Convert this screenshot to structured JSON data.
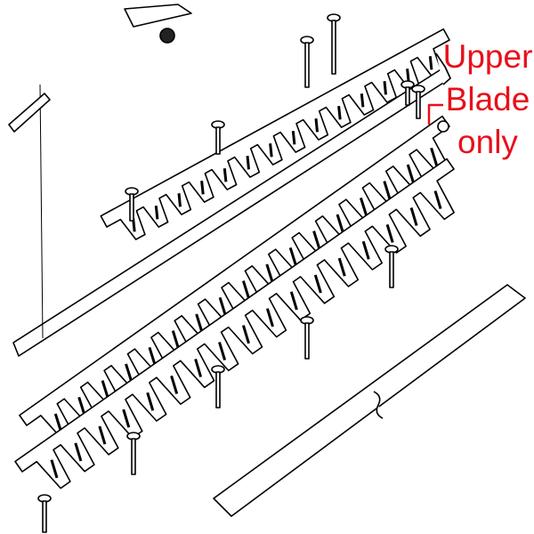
{
  "annotation": {
    "lines": [
      "Upper",
      "Blade",
      "only"
    ],
    "color": "#e8101a"
  },
  "diagram": {
    "type": "exploded parts diagram",
    "parts": [
      "blade-guard",
      "upper-blade",
      "lower-blade",
      "spacer-bar",
      "blade-cover",
      "bolts",
      "washers",
      "nuts",
      "connecting-rod",
      "bracket"
    ],
    "line_color": "#000000"
  }
}
